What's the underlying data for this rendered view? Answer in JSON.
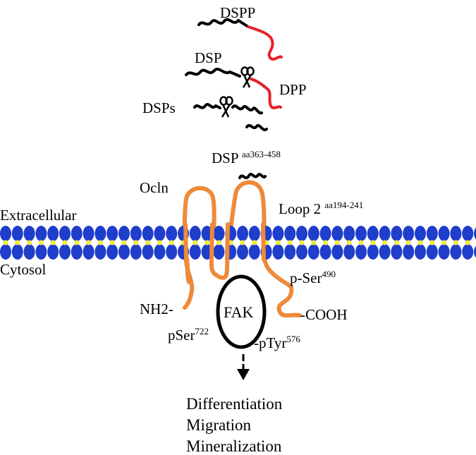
{
  "labels": {
    "dspp": "DSPP",
    "dsp": "DSP",
    "dpp": "DPP",
    "dsps": "DSPs",
    "dsp_fragment": "DSP",
    "dsp_fragment_range": "aa363-458",
    "ocln": "Ocln",
    "loop2": "Loop 2",
    "loop2_range": "aa194-241",
    "extracellular": "Extracellular",
    "cytosol": "Cytosol",
    "nh2": "NH2-",
    "fak": "FAK",
    "p_ser_490": "p-Ser",
    "p_ser_490_sup": "490",
    "cooh": "-COOH",
    "pser_722": "pSer",
    "pser_722_sup": "722",
    "ptyr_576": "-pTyr",
    "ptyr_576_sup": "576"
  },
  "outcomes": [
    "Differentiation",
    "Migration",
    "Mineralization"
  ],
  "colors": {
    "dpp_segment": "#e8202a",
    "dsp_segment": "#000000",
    "occludin": "#ee8a3a",
    "lipid_head": "#1f3ecb",
    "lipid_tail": "#f2ea3c",
    "fak_outline": "#000000"
  },
  "icons": [
    "scissors-icon",
    "arrow-down-icon"
  ]
}
